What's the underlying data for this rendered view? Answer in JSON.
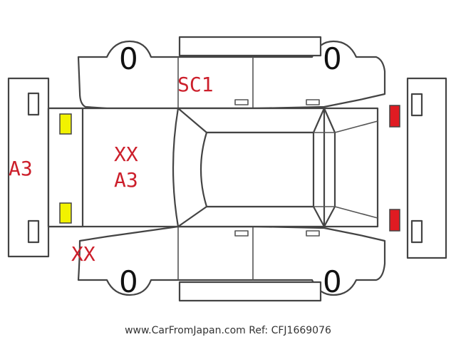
{
  "tires": {
    "front_left": "0",
    "front_right": "0",
    "rear_left": "0",
    "rear_right": "0"
  },
  "damage_codes": {
    "roof_side": "SC1",
    "bumper_front": "A3",
    "hood_line1": "XX",
    "hood_line2": "A3",
    "front_corner": "XX"
  },
  "colors": {
    "damage_text": "#cc1f2b",
    "front_lights": "#f2f200",
    "rear_lights": "#e01b22",
    "outline": "#444444"
  },
  "footer": {
    "watermark": "www.CarFromJapan.com Ref: CFJ1669076"
  }
}
